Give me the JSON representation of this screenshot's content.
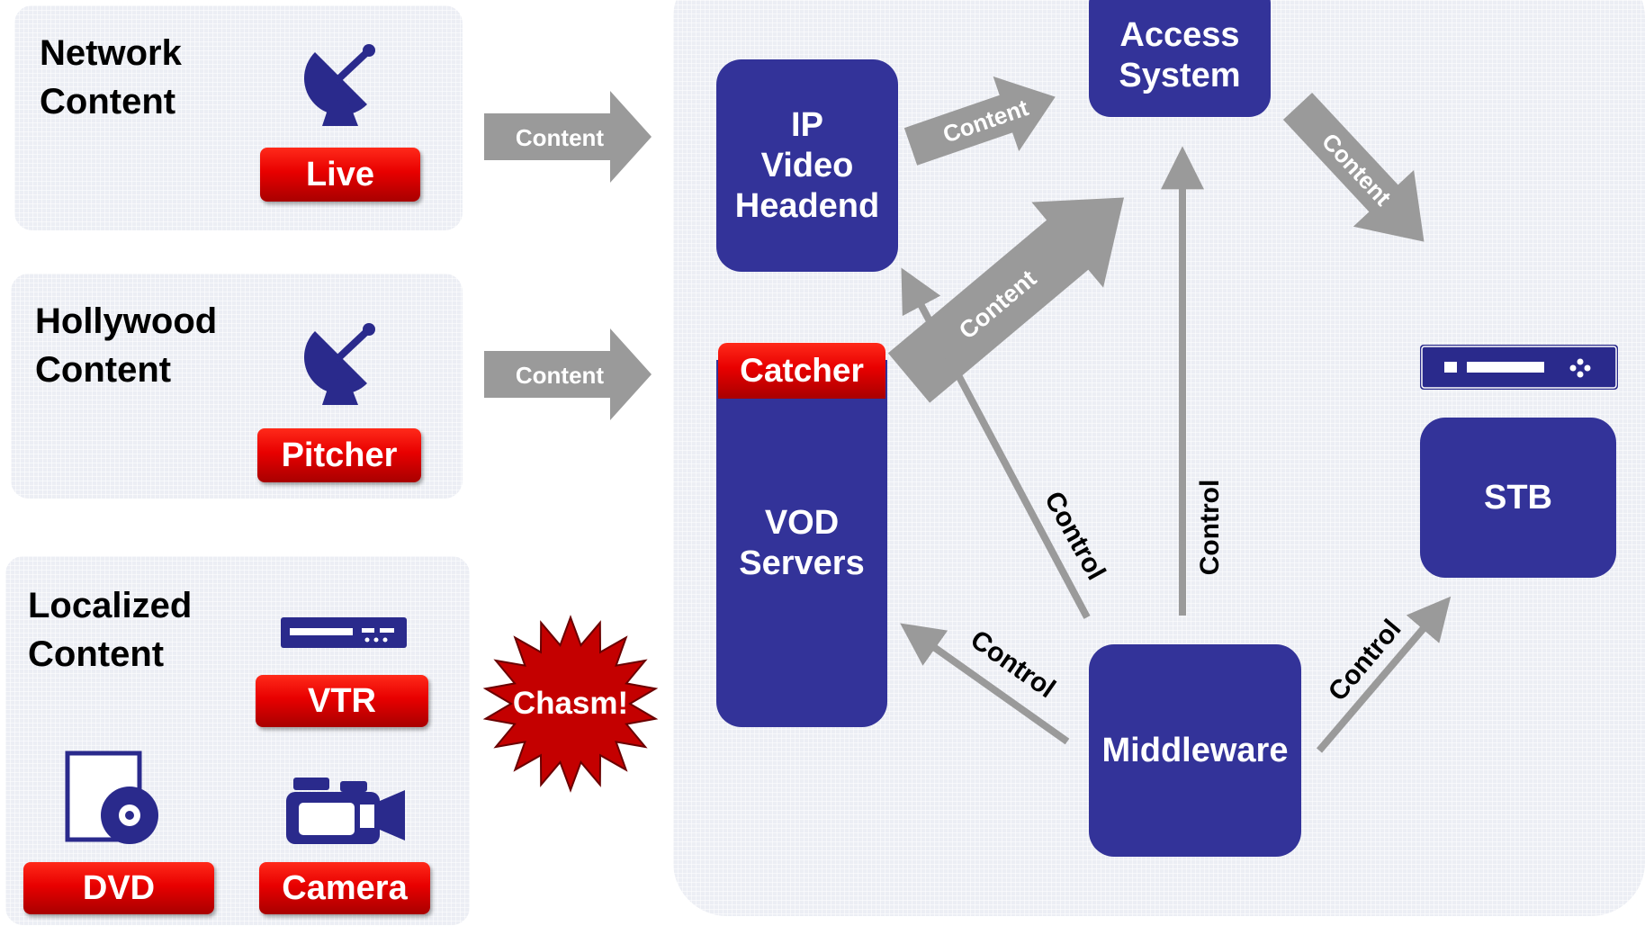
{
  "sources": {
    "network": {
      "title_line1": "Network",
      "title_line2": "Content",
      "button": "Live",
      "icon": "satellite-dish-icon"
    },
    "hollywood": {
      "title_line1": "Hollywood",
      "title_line2": "Content",
      "button": "Pitcher",
      "icon": "satellite-dish-icon"
    },
    "localized": {
      "title_line1": "Localized",
      "title_line2": "Content",
      "vtr_button": "VTR",
      "dvd_button": "DVD",
      "camera_button": "Camera",
      "icons": [
        "vcr-deck-icon",
        "dvd-disc-icon",
        "video-camera-icon"
      ]
    }
  },
  "chasm_label": "Chasm!",
  "nodes": {
    "headend": {
      "line1": "IP",
      "line2": "Video",
      "line3": "Headend"
    },
    "access": {
      "line1": "Access",
      "line2": "System"
    },
    "catcher": "Catcher",
    "vod": {
      "line1": "VOD",
      "line2": "Servers"
    },
    "stb": "STB",
    "middleware": "Middleware"
  },
  "arrows": {
    "network_to_headend": "Content",
    "hollywood_to_catcher": "Content",
    "headend_to_access": "Content",
    "catcher_to_access": "Content",
    "access_to_stb": "Content",
    "mw_to_headend": "Control",
    "mw_to_access": "Control",
    "mw_to_vod": "Control",
    "mw_to_stb": "Control"
  },
  "colors": {
    "node_blue": "#333399",
    "button_red": "#e80000",
    "arrow_gray": "#9a9a9a",
    "panel_bg": "#eceef4",
    "icon_navy": "#2a2a8c"
  }
}
